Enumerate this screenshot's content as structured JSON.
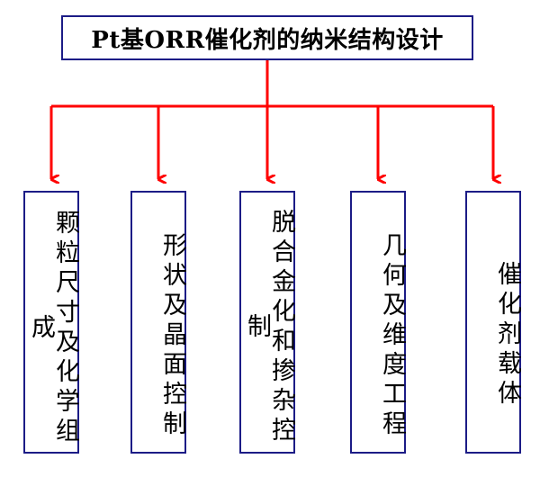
{
  "title": "Pt基ORR催化剂的纳米结构设计",
  "branches": [
    {
      "label": "颗粒尺寸及化学组成"
    },
    {
      "label": "形状及晶面控制"
    },
    {
      "label": "脱合金化和掺杂控制"
    },
    {
      "label": "几何及维度工程"
    },
    {
      "label": "催化剂载体"
    }
  ],
  "colors": {
    "connector": "#ff0000",
    "box_border": "#1c1c86",
    "text": "#000000"
  }
}
